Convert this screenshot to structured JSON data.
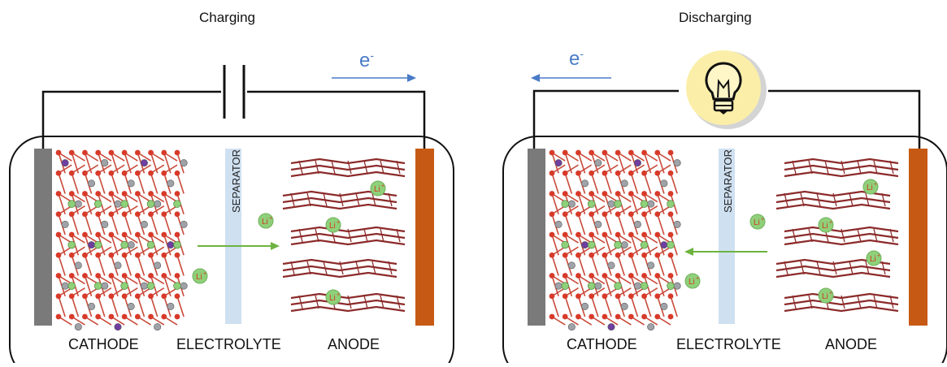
{
  "panels": [
    {
      "title": "Charging",
      "electron": {
        "symbol": "e",
        "sup": "-",
        "direction": "right"
      },
      "ion_flow_direction": "right",
      "labels": {
        "cathode": "CATHODE",
        "electrolyte": "ELECTROLYTE",
        "anode": "ANODE",
        "separator": "SEPARATOR"
      },
      "ion_label": "Li",
      "ion_sup": "+",
      "source": "battery-cell-icon"
    },
    {
      "title": "Discharging",
      "electron": {
        "symbol": "e",
        "sup": "-",
        "direction": "left"
      },
      "ion_flow_direction": "left",
      "labels": {
        "cathode": "CATHODE",
        "electrolyte": "ELECTROLYTE",
        "anode": "ANODE",
        "separator": "SEPARATOR"
      },
      "ion_label": "Li",
      "ion_sup": "+",
      "source": "light-bulb-icon"
    }
  ],
  "colors": {
    "cathode_collector": "#7a7a7a",
    "anode_collector": "#c65a14",
    "separator": "#cfe0f1",
    "flow_arrow": "#6db33f",
    "electron_arrow": "#4a7bc8",
    "anode_layers": "#8c2a2a",
    "oxygen": "#d83a2a",
    "lithium_ion": "#8fd07a",
    "transition_metal": "#6e3fa0",
    "bulb_glow": "#fbeea8"
  }
}
